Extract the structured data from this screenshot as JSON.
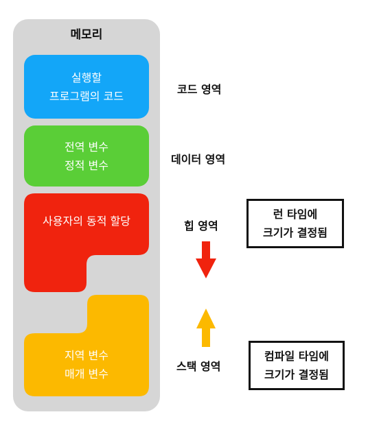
{
  "memory": {
    "title": "메모리"
  },
  "code_block": {
    "line1": "실행할",
    "line2": "프로그램의 코드"
  },
  "data_block": {
    "line1": "전역 변수",
    "line2": "정적 변수"
  },
  "heap_block": {
    "text": "사용자의 동적 할당"
  },
  "stack_block": {
    "line1": "지역 변수",
    "line2": "매개 변수"
  },
  "labels": {
    "code": "코드 영역",
    "data": "데이터 영역",
    "heap": "힙 영역",
    "stack": "스택 영역"
  },
  "notes": {
    "runtime": {
      "line1": "런 타임에",
      "line2": "크기가 결정됨"
    },
    "compile": {
      "line1": "컴파일 타임에",
      "line2": "크기가 결정됨"
    }
  },
  "colors": {
    "code": "#13a6f8",
    "data": "#5ace37",
    "heap": "#f0230e",
    "stack": "#fcb900",
    "memory": "#d6d6d6"
  }
}
